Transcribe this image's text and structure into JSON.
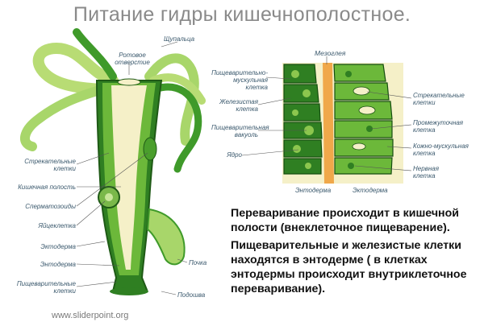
{
  "title": "Питание гидры кишечнополостное.",
  "hydra_labels": {
    "mouth": "Ротовое отверстие",
    "tentacles": "Щупальца",
    "stinging_cells": "Стрекательные клетки",
    "gut_cavity": "Кишечная полость",
    "sperm": "Сперматозоиды",
    "egg": "Яйцеклетка",
    "ectoderm": "Эктодерма",
    "endoderm": "Энтодерма",
    "digestive_cells": "Пищеварительные клетки",
    "bud": "Почка",
    "sole": "Подошва"
  },
  "wall_labels": {
    "mesoglea": "Мезоглея",
    "digestive_muscular_cells": "Пищеварительно-мускульная клетка",
    "glandular_cell": "Железистая клетка",
    "digestive_vacuole": "Пищеварительная вакуоль",
    "nucleus": "Ядро",
    "stinging_cells": "Стрекательные клетки",
    "intermediate_cell": "Промежуточная клетка",
    "skin_muscular_cells": "Кожно-мускульная клетка",
    "nerve_cell": "Нервная клетка",
    "endoderm_bottom": "Энтодерма",
    "ectoderm_bottom": "Эктодерма"
  },
  "text": {
    "p1": "Переваривание происходит в кишечной полости (внеклеточное пищеварение).",
    "p2": "Пищеварительные и железистые клетки находятся в энтодерме ( в клетках энтодермы происходит внутриклеточное переваривание)."
  },
  "footer": "www.sliderpoint.org",
  "colors": {
    "dark_green": "#1f6b1f",
    "mid_green": "#3f9a2a",
    "light_green": "#a8d66a",
    "cream": "#f5f0c8",
    "title_gray": "#8a8a8a"
  }
}
